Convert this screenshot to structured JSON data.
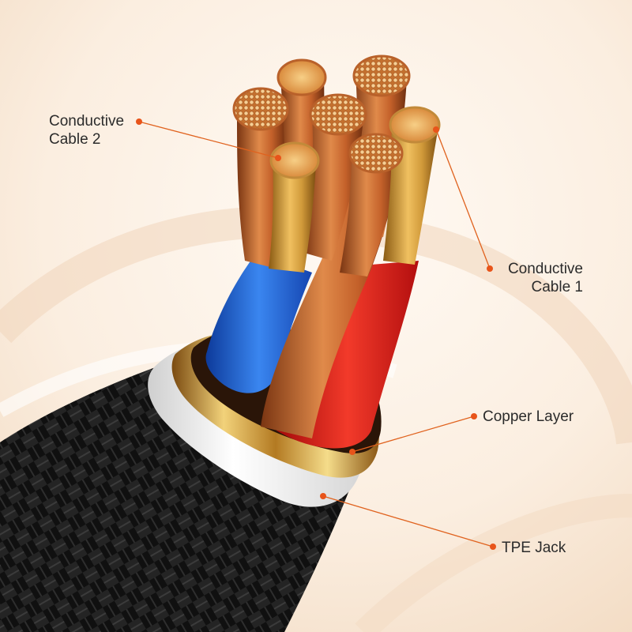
{
  "colors": {
    "background": "#fbefe2",
    "leader_line": "#e0621e",
    "leader_dot": "#e8541a",
    "label_text": "#2b2b2b",
    "copper": "#c8682c",
    "gold": "#e8b24a",
    "blue_insulation": "#1f5fd0",
    "red_insulation": "#d41515",
    "braid": "#1a1a1a",
    "tpe_jacket": "#f4f4f4"
  },
  "callouts": {
    "conductive_cable_2": {
      "line1": "Conductive",
      "line2": "Cable 2"
    },
    "conductive_cable_1": {
      "line1": "Conductive",
      "line2": "Cable 1"
    },
    "copper_layer": {
      "text": "Copper Layer"
    },
    "tpe_jack": {
      "text": "TPE Jack"
    }
  }
}
